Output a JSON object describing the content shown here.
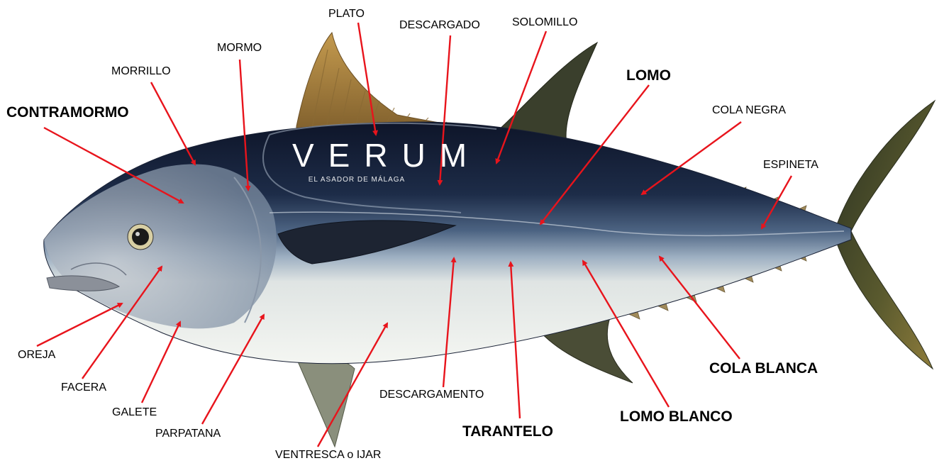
{
  "brand": {
    "name": "VERUM",
    "tagline": "EL ASADOR DE MÁLAGA"
  },
  "labels": [
    {
      "id": "plato",
      "text": "PLATO",
      "weight": "normal"
    },
    {
      "id": "descargado",
      "text": "DESCARGADO",
      "weight": "normal"
    },
    {
      "id": "solomillo",
      "text": "SOLOMILLO",
      "weight": "normal"
    },
    {
      "id": "mormo",
      "text": "MORMO",
      "weight": "normal"
    },
    {
      "id": "morrillo",
      "text": "MORRILLO",
      "weight": "normal"
    },
    {
      "id": "contramormo",
      "text": "CONTRAMORMO",
      "weight": "bold"
    },
    {
      "id": "lomo",
      "text": "LOMO",
      "weight": "bold"
    },
    {
      "id": "cola-negra",
      "text": "COLA NEGRA",
      "weight": "normal"
    },
    {
      "id": "espineta",
      "text": "ESPINETA",
      "weight": "normal"
    },
    {
      "id": "oreja",
      "text": "OREJA",
      "weight": "normal"
    },
    {
      "id": "facera",
      "text": "FACERA",
      "weight": "normal"
    },
    {
      "id": "galete",
      "text": "GALETE",
      "weight": "normal"
    },
    {
      "id": "parpatana",
      "text": "PARPATANA",
      "weight": "normal"
    },
    {
      "id": "ventresca",
      "text": "VENTRESCA o IJAR",
      "weight": "normal"
    },
    {
      "id": "descargamento",
      "text": "DESCARGAMENTO",
      "weight": "normal"
    },
    {
      "id": "tarantelo",
      "text": "TARANTELO",
      "weight": "bold"
    },
    {
      "id": "lomo-blanco",
      "text": "LOMO BLANCO",
      "weight": "bold"
    },
    {
      "id": "cola-blanca",
      "text": "COLA BLANCA",
      "weight": "bold"
    }
  ],
  "colors": {
    "arrow": "#e8141c",
    "back": "#141c33",
    "back_mid": "#2f4668",
    "flank": "#8da2b8",
    "belly": "#eef1ee",
    "fin_yellow": "#c9a15a",
    "fin_dark": "#2e3524",
    "eye": "#1a1a1a"
  }
}
